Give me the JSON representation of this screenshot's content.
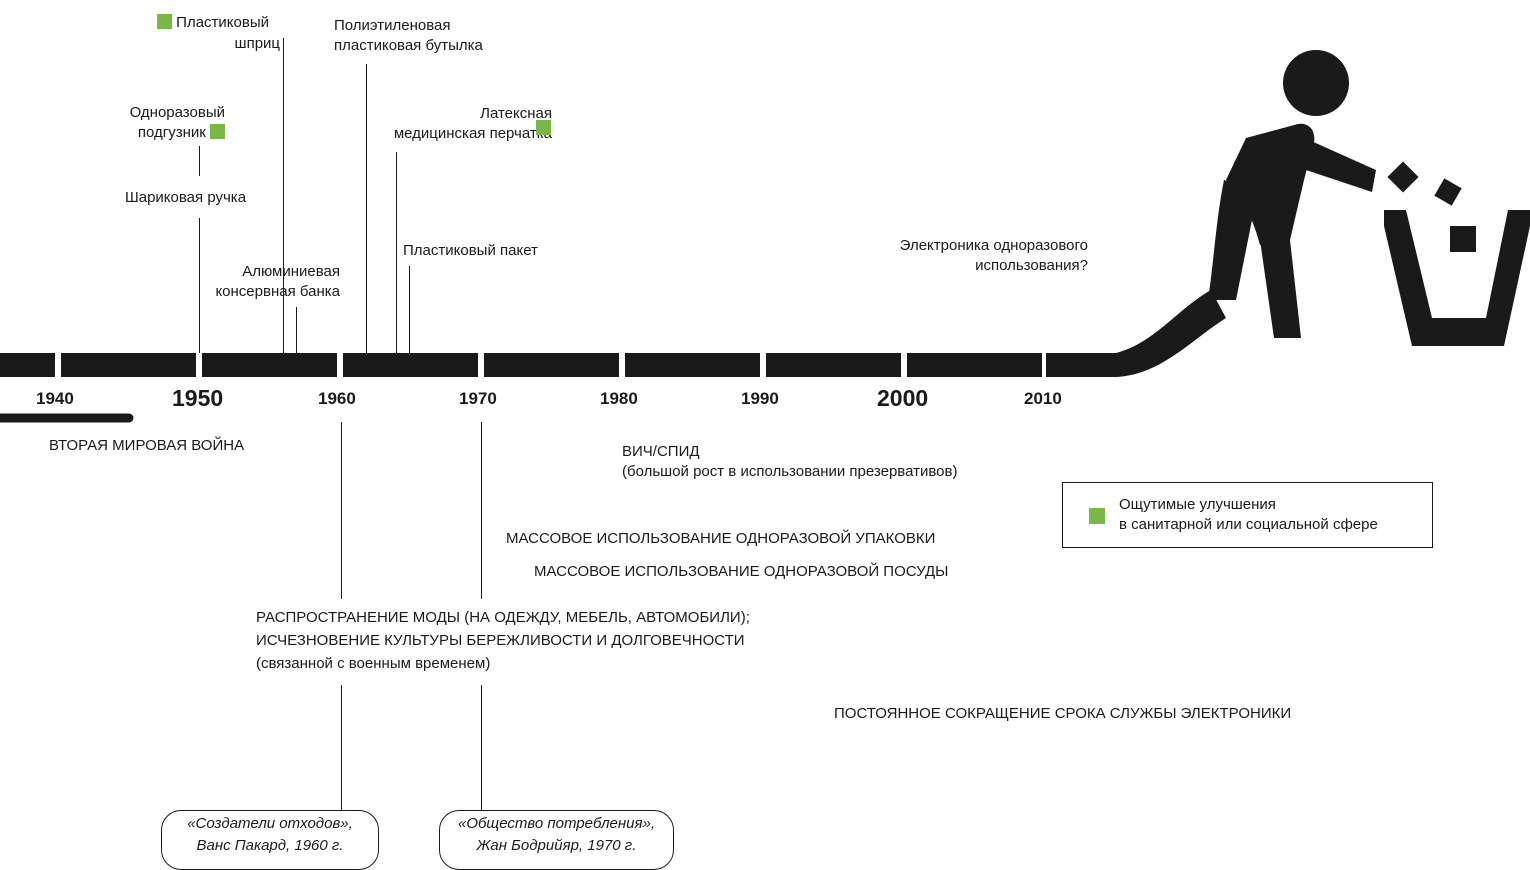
{
  "years": [
    "1940",
    "1950",
    "1960",
    "1970",
    "1980",
    "1990",
    "2000",
    "2010"
  ],
  "inventions": {
    "syringe": [
      "Пластиковый",
      "шприц"
    ],
    "bottle": [
      "Полиэтиленовая",
      "пластиковая бутылка"
    ],
    "diaper": [
      "Одноразовый",
      "подгузник"
    ],
    "glove": [
      "Латексная",
      "медицинская перчатка"
    ],
    "pen": "Шариковая ручка",
    "bag": "Пластиковый пакет",
    "can": [
      "Алюминиевая",
      "консервная банка"
    ],
    "electronics": [
      "Электроника одноразового",
      "использования?"
    ]
  },
  "events": {
    "ww2": "ВТОРАЯ МИРОВАЯ ВОЙНА",
    "hiv": [
      "ВИЧ/СПИД",
      "(большой рост в использовании презервативов)"
    ],
    "packaging": "МАССОВОЕ ИСПОЛЬЗОВАНИЕ ОДНОРАЗОВОЙ УПАКОВКИ",
    "tableware": "МАССОВОЕ ИСПОЛЬЗОВАНИЕ ОДНОРАЗОВОЙ ПОСУДЫ",
    "fashion": [
      "РАСПРОСТРАНЕНИЕ МОДЫ (НА ОДЕЖДУ, МЕБЕЛЬ, АВТОМОБИЛИ);",
      "ИСЧЕЗНОВЕНИЕ КУЛЬТУРЫ БЕРЕЖЛИВОСТИ И ДОЛГОВЕЧНОСТИ",
      "(связанной с военным временем)"
    ],
    "electronics_life": "ПОСТОЯННОЕ СОКРАЩЕНИЕ СРОКА СЛУЖБЫ ЭЛЕКТРОНИКИ"
  },
  "books": {
    "packard": [
      "«Создатели отходов»,",
      "Ванс Пакард, 1960 г."
    ],
    "baudrillard": [
      "«Общество потребления»,",
      "Жан Бодрийяр, 1970 г."
    ]
  },
  "legend": [
    "Ощутимые улучшения",
    "в санитарной или социальной сфере"
  ],
  "colors": {
    "ink": "#1a1a1a",
    "improvement": "#7ab648"
  },
  "icons": [
    "person-throwing-trash-icon",
    "trash-bin-icon"
  ]
}
